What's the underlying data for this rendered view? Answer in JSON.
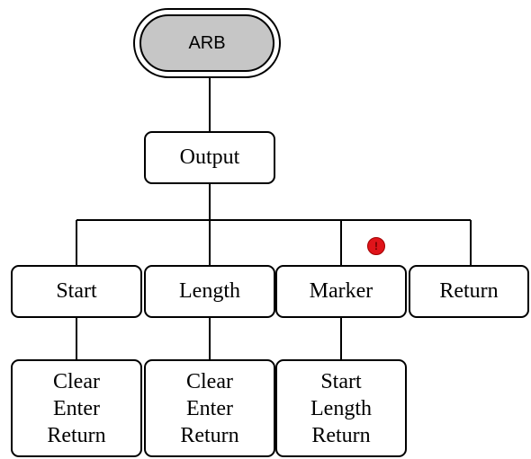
{
  "root": {
    "label": "ARB"
  },
  "output": {
    "label": "Output"
  },
  "menu": {
    "start": "Start",
    "length": "Length",
    "marker": "Marker",
    "return": "Return"
  },
  "submenus": {
    "start": [
      "Clear",
      "Enter",
      "Return"
    ],
    "length": [
      "Clear",
      "Enter",
      "Return"
    ],
    "marker": [
      "Start",
      "Length",
      "Return"
    ]
  },
  "badge": {
    "text": "!",
    "color": "#e0141a"
  }
}
